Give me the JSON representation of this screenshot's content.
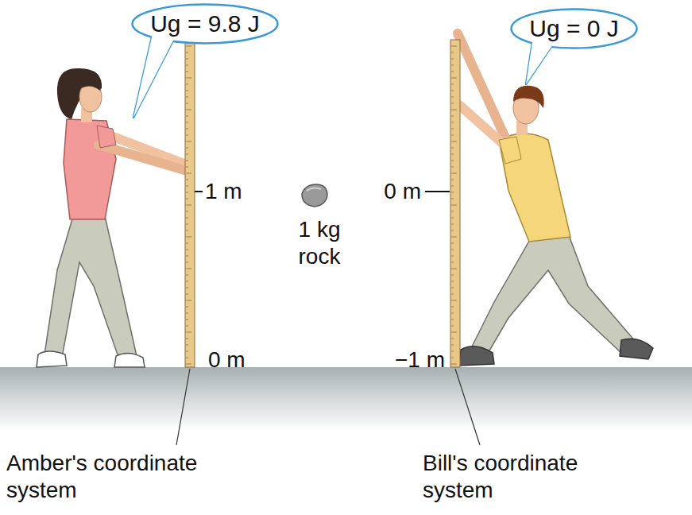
{
  "diagram": {
    "nodes": [
      {
        "text": [
          "Ug = 9.8 J"
        ]
      },
      {
        "text": [
          "Ug = 0 J"
        ]
      }
    ],
    "labels": [
      "1 m",
      "0 m",
      "1 kg rock",
      "0 m",
      "−1 m",
      "Amber's coordinate system",
      "Bill's coordinate system"
    ]
  }
}
